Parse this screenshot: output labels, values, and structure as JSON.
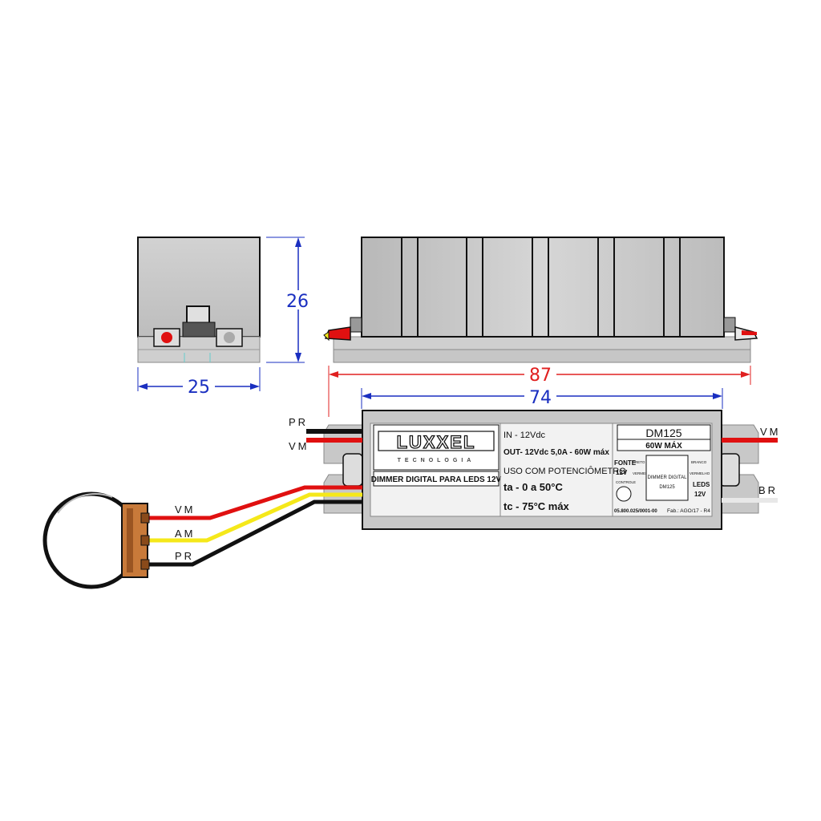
{
  "dimensions": {
    "height": "26",
    "width": "25",
    "total_length": "87",
    "body_length": "74"
  },
  "wire_labels": {
    "input_black": "PR",
    "input_red": "VM",
    "pot_red": "VM",
    "pot_yellow": "AM",
    "pot_black": "PR",
    "output_red": "VM",
    "output_white": "BR"
  },
  "label": {
    "brand": "LUXXEL",
    "brand_sub": "TECNOLOGIA",
    "product": "DIMMER DIGITAL PARA LEDS 12V",
    "input": "IN - 12Vdc",
    "output": "OUT- 12Vdc 5,0A - 60W máx",
    "usage": "USO COM POTENCIÔMETRO",
    "ta": "ta - 0 a 50°C",
    "tc": "tc - 75°C máx",
    "model": "DM125",
    "power": "60W MÁX",
    "fonte": "FONTE",
    "fonte_v": "12V",
    "leds": "LEDS",
    "leds_v": "12V",
    "preto": "PRETO",
    "branco": "BRANCO",
    "vermelho1": "VERMELHO",
    "vermelho2": "VERMELHO",
    "controle": "CONTROLE",
    "inner_1": "DIMMER DIGITAL",
    "inner_2": "DM125",
    "serial": "05.800.025/0001-00",
    "fab": "Fab.: AGO/17 - R4"
  },
  "colors": {
    "red_wire": "#e01010",
    "yellow_wire": "#f5e81a",
    "black_wire": "#111111",
    "white_wire": "#e8e8e8",
    "dim_red": "#e02020",
    "dim_blue": "#1a2fc0",
    "body_gray": "#c8c8c8",
    "pot_brown": "#c87a3a"
  }
}
